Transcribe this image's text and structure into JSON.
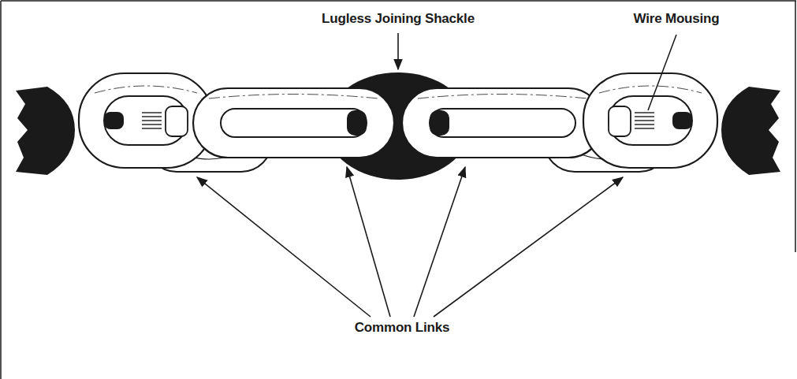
{
  "diagram": {
    "labels": [
      "Lugless Joining Shackle",
      "Wire Mousing",
      "Common Links"
    ]
  }
}
